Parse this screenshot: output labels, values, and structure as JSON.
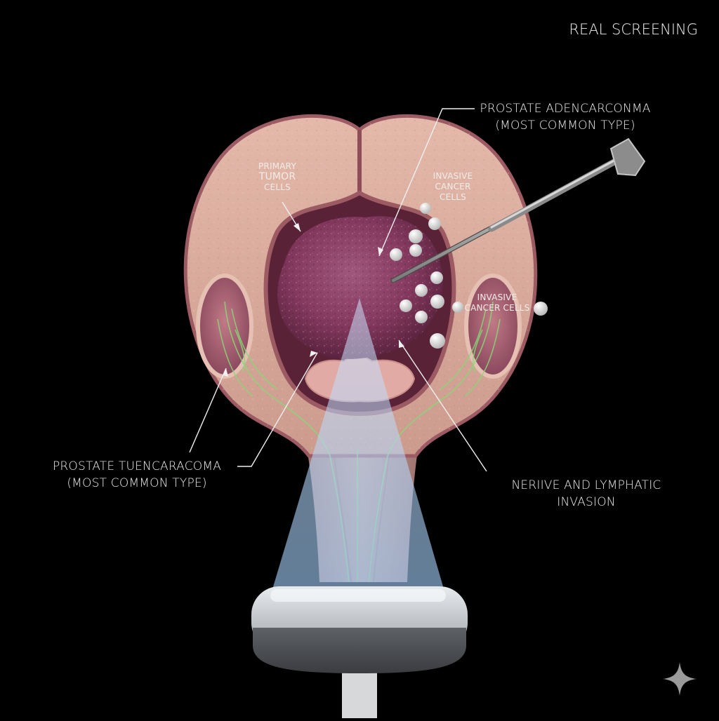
{
  "header": {
    "title": "REAL SCREENING"
  },
  "labels": {
    "adenocarcinoma": {
      "line1": "PROSTATE ADENCARCONMA",
      "line2": "(MOST COMMON TYPE)"
    },
    "primary_tumor": {
      "line1": "PRIMARY",
      "line2": "TUMOR",
      "line3": "CELLS"
    },
    "invasive_top": {
      "line1": "INVASIVE",
      "line2": "CANCER",
      "line3": "CELLS"
    },
    "invasive_right": {
      "line1": "INVASIVE",
      "line2": "CANCER CELLS"
    },
    "tuencaracoma": {
      "line1": "PROSTATE TUENCARACOMA",
      "line2": "(MOST COMMON TYPE)"
    },
    "nerve_invasion": {
      "line1": "NERIIVE AND LYMPHATIC",
      "line2": "INVASION"
    }
  },
  "colors": {
    "background": "#000000",
    "tissue": "#d9ad9e",
    "tissue_edge": "#9c5a62",
    "tumor": "#8a3c63",
    "nerve": "#86d977",
    "beam": "#a8d4ff",
    "label_text": "#ececec"
  },
  "icons": {
    "watermark": "sparkle-icon",
    "instrument": "needle-icon",
    "probe": "ultrasound-probe-icon"
  }
}
